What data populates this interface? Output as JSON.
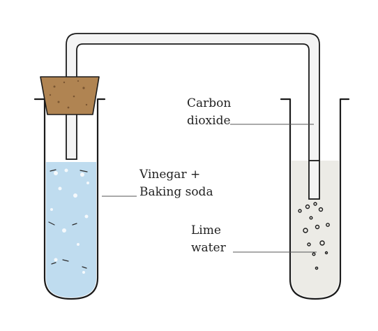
{
  "labels": {
    "carbon_dioxide_line1": "Carbon",
    "carbon_dioxide_line2": "dioxide",
    "vinegar_line1": "Vinegar +",
    "vinegar_line2": "Baking soda",
    "lime_line1": "Lime",
    "lime_line2": "water"
  },
  "colors": {
    "cork": "#b08452",
    "cork_dark": "#7a5632",
    "vinegar_solution": "#bfdcef",
    "lime_water": "#ecebe6",
    "glass_outline": "#1a1a1a",
    "tube_fill": "#f2f2f2"
  }
}
